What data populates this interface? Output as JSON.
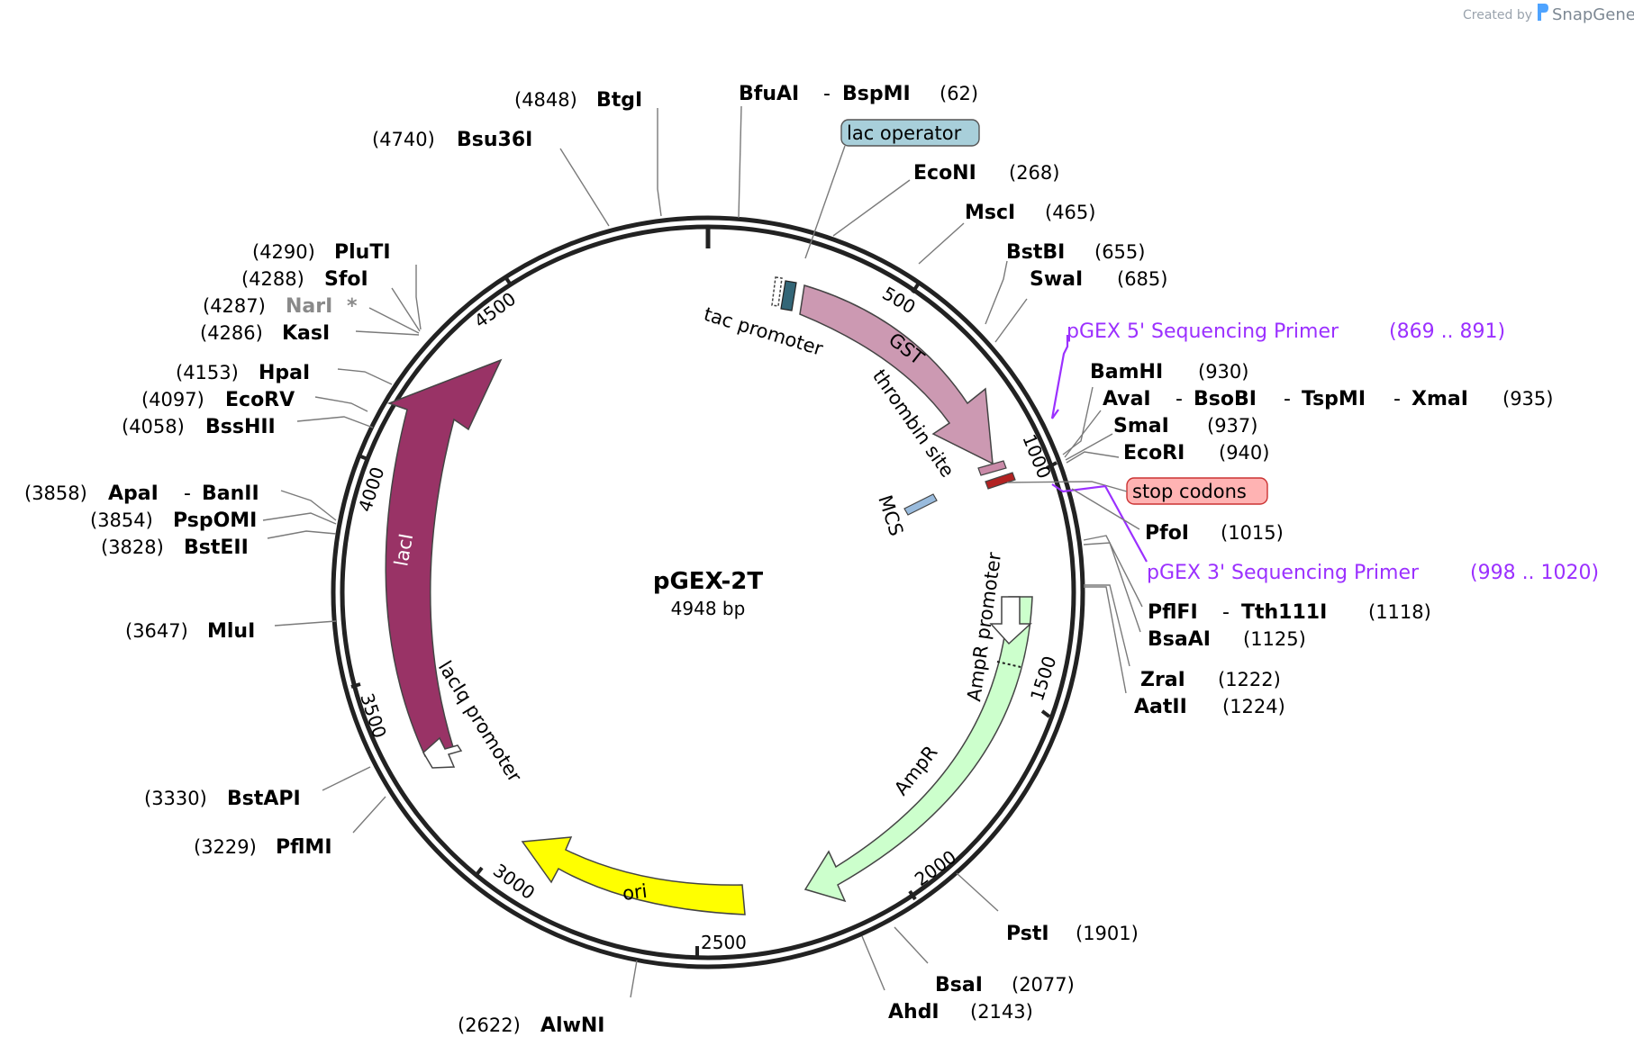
{
  "credit": {
    "created_by": "Created by",
    "brand": "SnapGene"
  },
  "plasmid": {
    "name": "pGEX-2T",
    "size_label": "4948 bp"
  },
  "colors": {
    "gst": "#cc99b2",
    "laci": "#993366",
    "ampr": "#ccffcc",
    "ori": "#ffff00",
    "lac_operator": "#a8cfda",
    "stop_codons": "#ffb3b3",
    "primer": "#9b30ff",
    "mcs": "#99bbdd",
    "thrombin": "#b22222",
    "backbone": "#222222"
  },
  "ticks": [
    {
      "label": "500"
    },
    {
      "label": "1000"
    },
    {
      "label": "1500"
    },
    {
      "label": "2000"
    },
    {
      "label": "2500"
    },
    {
      "label": "3000"
    },
    {
      "label": "3500"
    },
    {
      "label": "4000"
    },
    {
      "label": "4500"
    }
  ],
  "features": {
    "gst": "GST",
    "laci": "lacI",
    "ampr": "AmpR",
    "ori": "ori",
    "tac_promoter": "tac promoter",
    "thrombin_site": "thrombin site",
    "mcs": "MCS",
    "ampr_promoter": "AmpR promoter",
    "laciq_promoter": "lacIq promoter",
    "lac_operator": "lac operator",
    "stop_codons": "stop codons"
  },
  "primers": [
    {
      "name": "pGEX 5' Sequencing Primer",
      "range": "(869 .. 891)"
    },
    {
      "name": "pGEX 3' Sequencing Primer",
      "range": "(998 .. 1020)"
    }
  ],
  "sites": [
    {
      "name": "BtgI",
      "pos": "(4848)"
    },
    {
      "name": "Bsu36I",
      "pos": "(4740)"
    },
    {
      "name": "BfuAI",
      "name2": "BspMI",
      "dash": "-",
      "pos": "(62)"
    },
    {
      "name": "EcoNI",
      "pos": "(268)"
    },
    {
      "name": "MscI",
      "pos": "(465)"
    },
    {
      "name": "BstBI",
      "pos": "(655)"
    },
    {
      "name": "SwaI",
      "pos": "(685)"
    },
    {
      "name": "BamHI",
      "pos": "(930)"
    },
    {
      "name": "AvaI",
      "name2": "BsoBI",
      "name3": "TspMI",
      "name4": "XmaI",
      "dash": "-",
      "pos": "(935)"
    },
    {
      "name": "SmaI",
      "pos": "(937)"
    },
    {
      "name": "EcoRI",
      "pos": "(940)"
    },
    {
      "name": "PfoI",
      "pos": "(1015)"
    },
    {
      "name": "PflFI",
      "name2": "Tth111I",
      "dash": "-",
      "pos": "(1118)"
    },
    {
      "name": "BsaAI",
      "pos": "(1125)"
    },
    {
      "name": "ZraI",
      "pos": "(1222)"
    },
    {
      "name": "AatII",
      "pos": "(1224)"
    },
    {
      "name": "PstI",
      "pos": "(1901)"
    },
    {
      "name": "BsaI",
      "pos": "(2077)"
    },
    {
      "name": "AhdI",
      "pos": "(2143)"
    },
    {
      "name": "AlwNI",
      "pos": "(2622)"
    },
    {
      "name": "PflMI",
      "pos": "(3229)"
    },
    {
      "name": "BstAPI",
      "pos": "(3330)"
    },
    {
      "name": "MluI",
      "pos": "(3647)"
    },
    {
      "name": "BstEII",
      "pos": "(3828)"
    },
    {
      "name": "PspOMI",
      "pos": "(3854)"
    },
    {
      "name": "ApaI",
      "name2": "BanII",
      "dash": "-",
      "pos": "(3858)"
    },
    {
      "name": "BssHII",
      "pos": "(4058)"
    },
    {
      "name": "EcoRV",
      "pos": "(4097)"
    },
    {
      "name": "HpaI",
      "pos": "(4153)"
    },
    {
      "name": "KasI",
      "pos": "(4286)"
    },
    {
      "name": "NarI",
      "star": "*",
      "pos": "(4287)"
    },
    {
      "name": "SfoI",
      "pos": "(4288)"
    },
    {
      "name": "PluTI",
      "pos": "(4290)"
    }
  ]
}
